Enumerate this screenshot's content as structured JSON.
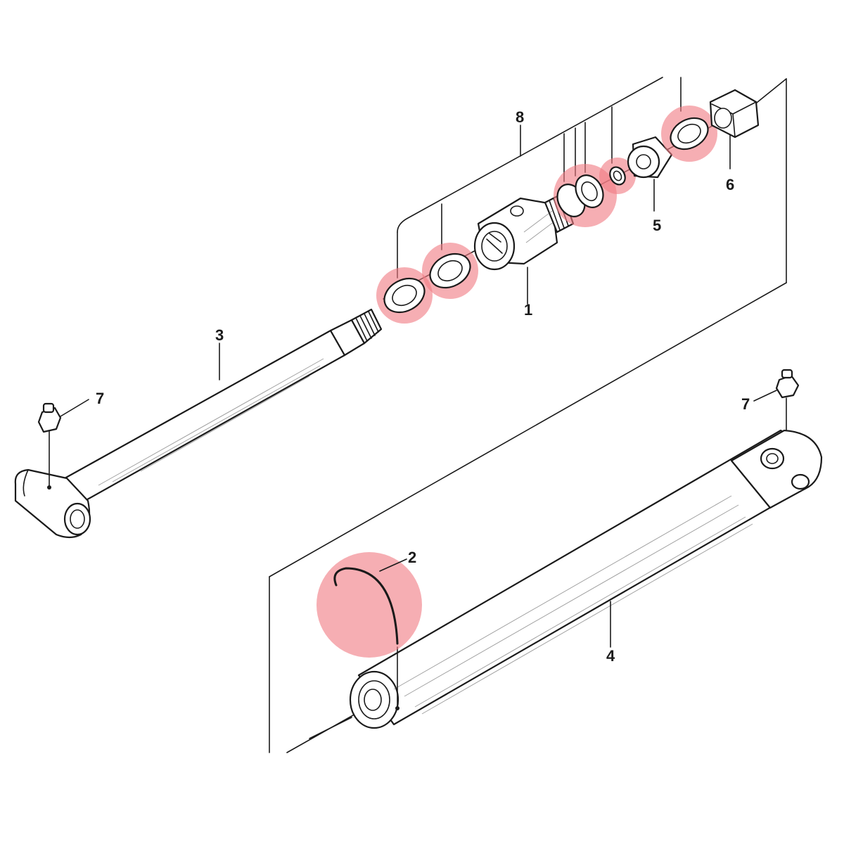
{
  "colors": {
    "ink": "#1a1a1a",
    "highlight": "#f07c84",
    "background": "#ffffff"
  },
  "labels": {
    "p1": "1",
    "p2": "2",
    "p3": "3",
    "p4": "4",
    "p5": "5",
    "p6": "6",
    "p7_left": "7",
    "p7_right": "7",
    "p8": "8"
  }
}
